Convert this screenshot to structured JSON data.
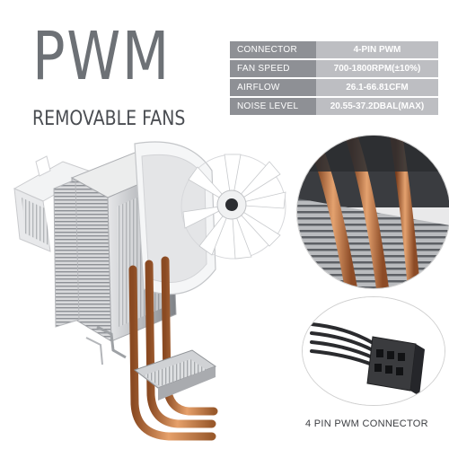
{
  "hero": {
    "headline": "PWM",
    "subline": "REMOVABLE FANS"
  },
  "specs": [
    {
      "label": "CONNECTOR",
      "value": "4-PIN PWM"
    },
    {
      "label": "FAN SPEED",
      "value": "700-1800RPM(±10%)"
    },
    {
      "label": "AIRFLOW",
      "value": "26.1-66.81CFM"
    },
    {
      "label": "NOISE LEVEL",
      "value": "20.55-37.2DBAL(MAX)"
    }
  ],
  "callout": {
    "caption": "4 PIN PWM CONNECTOR"
  },
  "colors": {
    "label_bg": "#8e9095",
    "value_bg": "#bdbec2",
    "headline": "#6d7176",
    "copper": "#c47a46"
  }
}
